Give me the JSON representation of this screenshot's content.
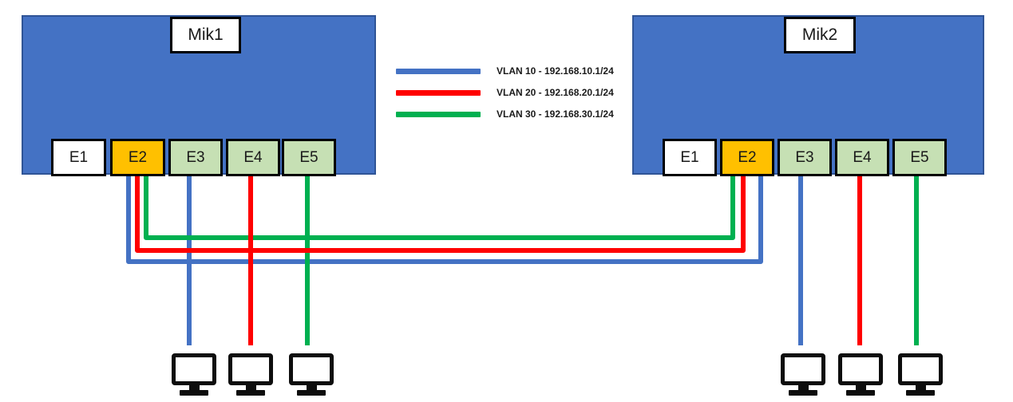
{
  "routers": [
    {
      "name": "Mik1",
      "ports": [
        {
          "label": "E1",
          "fill": "#FFFFFF",
          "role": "unused"
        },
        {
          "label": "E2",
          "fill": "#FFC000",
          "role": "trunk"
        },
        {
          "label": "E3",
          "fill": "#C6E0B4",
          "role": "access"
        },
        {
          "label": "E4",
          "fill": "#C6E0B4",
          "role": "access"
        },
        {
          "label": "E5",
          "fill": "#C6E0B4",
          "role": "access"
        }
      ]
    },
    {
      "name": "Mik2",
      "ports": [
        {
          "label": "E1",
          "fill": "#FFFFFF",
          "role": "unused"
        },
        {
          "label": "E2",
          "fill": "#FFC000",
          "role": "trunk"
        },
        {
          "label": "E3",
          "fill": "#C6E0B4",
          "role": "access"
        },
        {
          "label": "E4",
          "fill": "#C6E0B4",
          "role": "access"
        },
        {
          "label": "E5",
          "fill": "#C6E0B4",
          "role": "access"
        }
      ]
    }
  ],
  "legend": {
    "items": [
      {
        "vlan": 10,
        "label": "VLAN 10 - 192.168.10.1/24",
        "color": "#4472C4"
      },
      {
        "vlan": 20,
        "label": "VLAN 20 - 192.168.20.1/24",
        "color": "#FF0000"
      },
      {
        "vlan": 30,
        "label": "VLAN 30 - 192.168.30.1/24",
        "color": "#00B050"
      }
    ]
  },
  "connections": {
    "trunk": {
      "from": "Mik1 E2",
      "to": "Mik2 E2",
      "vlans": [
        "VLAN 10",
        "VLAN 20",
        "VLAN 30"
      ]
    },
    "access_links": [
      {
        "router": "Mik1",
        "port": "E3",
        "device": "computer",
        "vlan": "VLAN 10"
      },
      {
        "router": "Mik1",
        "port": "E4",
        "device": "computer",
        "vlan": "VLAN 20"
      },
      {
        "router": "Mik1",
        "port": "E5",
        "device": "computer",
        "vlan": "VLAN 30"
      },
      {
        "router": "Mik2",
        "port": "E3",
        "device": "computer",
        "vlan": "VLAN 10"
      },
      {
        "router": "Mik2",
        "port": "E4",
        "device": "computer",
        "vlan": "VLAN 20"
      },
      {
        "router": "Mik2",
        "port": "E5",
        "device": "computer",
        "vlan": "VLAN 30"
      }
    ]
  },
  "colors": {
    "router_fill": "#4472C4",
    "router_border": "#2F5496",
    "port_unused": "#FFFFFF",
    "port_trunk": "#FFC000",
    "port_access": "#C6E0B4",
    "vlan10": "#4472C4",
    "vlan20": "#FF0000",
    "vlan30": "#00B050",
    "device_icon": "#0D0D0D"
  }
}
